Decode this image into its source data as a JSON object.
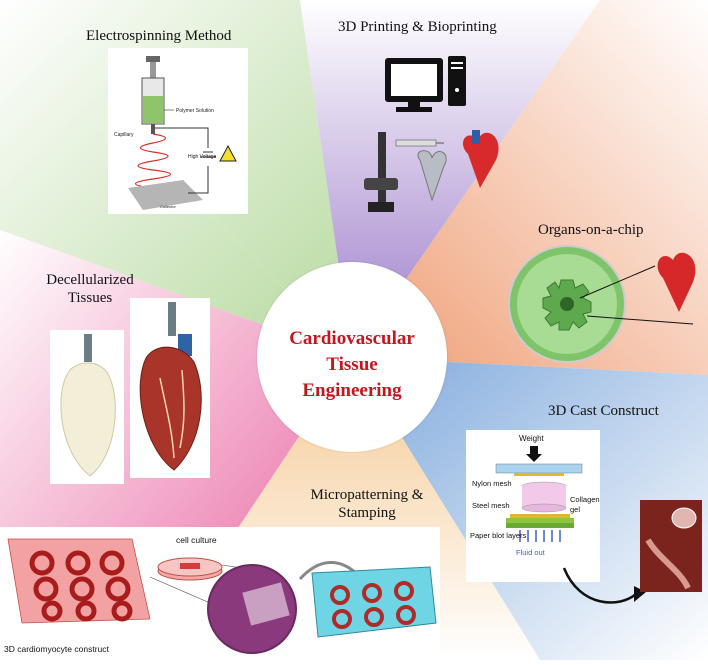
{
  "center": {
    "line1": "Cardiovascular",
    "line2": "Tissue",
    "line3": "Engineering"
  },
  "sections": {
    "electrospinning": {
      "title": "Electrospinning Method"
    },
    "printing": {
      "title": "3D Printing & Bioprinting"
    },
    "organs": {
      "title": "Organs-on-a-chip"
    },
    "decell": {
      "title_line1": "Decellularized",
      "title_line2": "Tissues"
    },
    "cast": {
      "title": "3D Cast Construct"
    },
    "micro": {
      "title_line1": "Micropatterning &",
      "title_line2": "Stamping"
    }
  },
  "electro_labels": {
    "polymer": "Polymer Solution",
    "capillary": "Capillary",
    "voltage": "High Voltage",
    "collector": "Collector"
  },
  "cast_labels": {
    "weight": "Weight",
    "nylon": "Nylon mesh",
    "steel": "Steel mesh",
    "collagen": "Collagen",
    "gel": "gel",
    "paper": "Paper blot layers",
    "fluid": "Fluid out"
  },
  "micro_labels": {
    "culture": "cell culture",
    "construct": "3D cardiomyocyte construct"
  },
  "colors": {
    "green": "#b9dca2",
    "purple": "#a98ad0",
    "orange": "#f1a780",
    "pink": "#ec6fa6",
    "blue": "#8fb8e0",
    "peach": "#f6d3a3",
    "title_red": "#c4161c"
  }
}
